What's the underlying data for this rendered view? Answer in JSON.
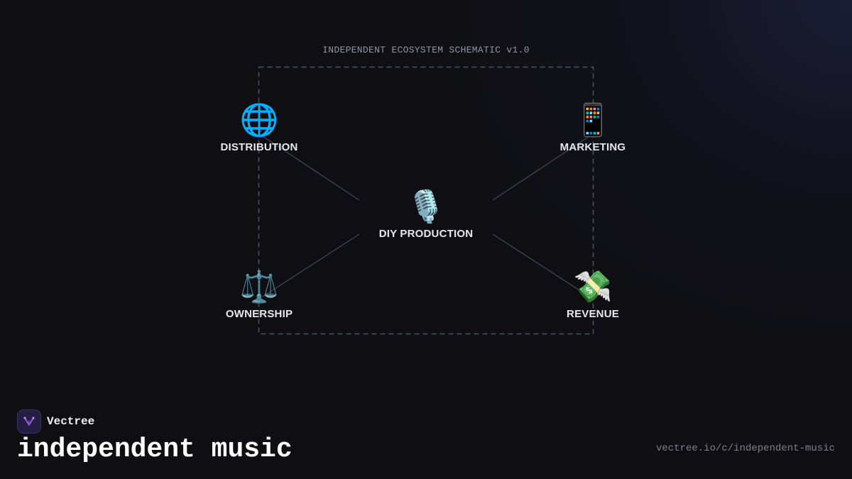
{
  "schematic": {
    "title": "INDEPENDENT ECOSYSTEM SCHEMATIC v1.0"
  },
  "nodes": {
    "center": {
      "icon": "🎙️",
      "icon_name": "microphone-icon",
      "label": "DIY PRODUCTION"
    },
    "distribution": {
      "icon": "🌐",
      "icon_name": "globe-icon",
      "label": "DISTRIBUTION"
    },
    "marketing": {
      "icon": "📱",
      "icon_name": "mobile-phone-icon",
      "label": "MARKETING"
    },
    "ownership": {
      "icon": "⚖️",
      "icon_name": "balance-scale-icon",
      "label": "OWNERSHIP"
    },
    "revenue": {
      "icon": "💸",
      "icon_name": "money-with-wings-icon",
      "label": "REVENUE"
    }
  },
  "footer": {
    "brand_name": "Vectree",
    "brand_icon": "vectree-logo-icon",
    "title": "independent music",
    "url": "vectree.io/c/independent-music"
  },
  "colors": {
    "background": "#0f0f13",
    "connector": "#3b4657",
    "frame": "#4a5566",
    "brand_accent": "#a45ee5"
  }
}
